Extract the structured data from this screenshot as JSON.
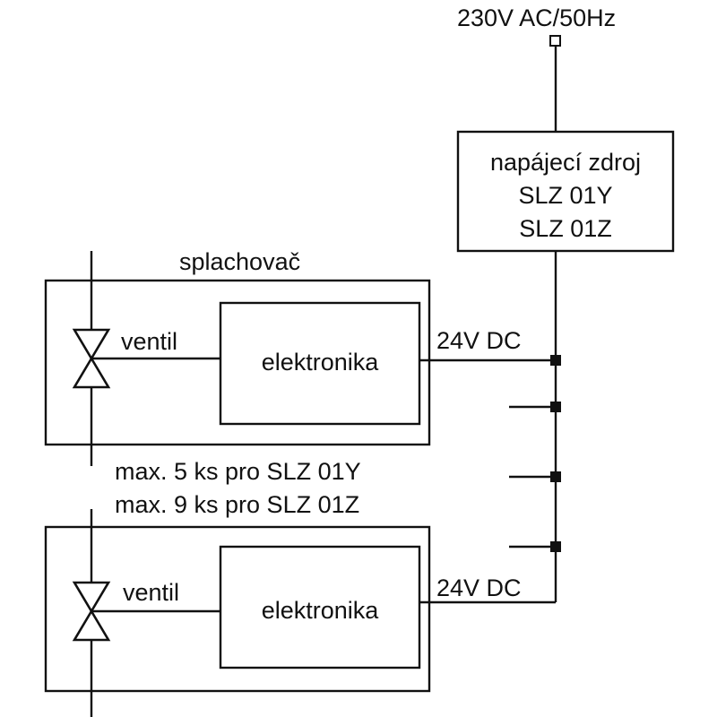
{
  "mains": {
    "label": "230V AC/50Hz"
  },
  "power_supply": {
    "lines": [
      "napájecí zdroj",
      "SLZ 01Y",
      "SLZ 01Z"
    ]
  },
  "flusher_label": "splachovač",
  "units": [
    {
      "valve_label": "ventil",
      "electronics_label": "elektronika",
      "dc_label": "24V DC"
    },
    {
      "valve_label": "ventil",
      "electronics_label": "elektronika",
      "dc_label": "24V DC"
    }
  ],
  "limits": [
    "max. 5 ks pro SLZ 01Y",
    "max. 9 ks pro SLZ 01Z"
  ]
}
